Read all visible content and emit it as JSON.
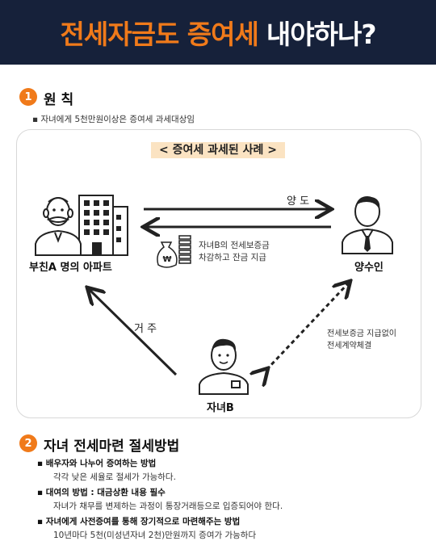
{
  "header": {
    "title_highlight": "전세자금도 증여세",
    "title_rest": "내야하나?"
  },
  "section1": {
    "number": "1",
    "title": "원 칙",
    "note": "자녀에게 5천만원이상은 증여세 과세대상임"
  },
  "case": {
    "title": "< 증여세 과세된 사례 >",
    "father_label": "부친A 명의 아파트",
    "seller_label": "양수인",
    "child_label": "자녀B",
    "transfer_label": "양 도",
    "residence_label": "거 주",
    "money_note_1": "자녀B의 전세보증금",
    "money_note_2": "차감하고 잔금 지급",
    "contract_note_1": "전세보증금 지급없이",
    "contract_note_2": "전세계약체결",
    "won_symbol": "₩"
  },
  "section2": {
    "number": "2",
    "title": "자녀 전세마련 절세방법",
    "items": [
      {
        "head": "배우자와 나누어 증여하는 방법",
        "detail": "각각 낮은 세율로 절세가 가능하다."
      },
      {
        "head": "대여의 방법 : 대금상환 내용 필수",
        "detail": "자녀가 채무를 변제하는 과정이 통장거래등으로 입증되어야 한다."
      },
      {
        "head": "자녀에게 사전증여를 통해 장기적으로 마련해주는 방법",
        "detail": "10년마다 5천(미성년자녀 2천)만원까지 증여가 가능하다"
      }
    ]
  },
  "colors": {
    "navy": "#16213a",
    "orange": "#f07a1a",
    "peach": "#fbe3c2"
  }
}
